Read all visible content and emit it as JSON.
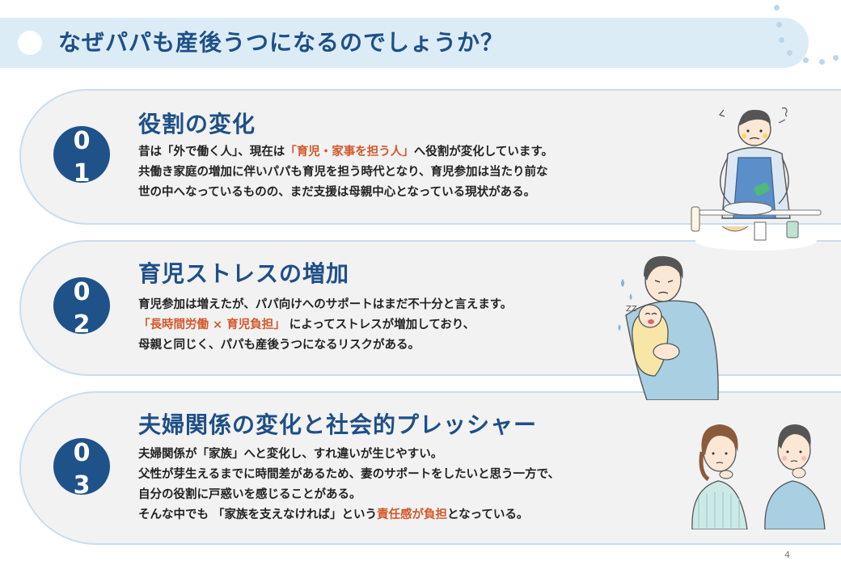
{
  "header": {
    "title": "なぜパパも産後うつになるのでしょうか？"
  },
  "cards": [
    {
      "num_first": "0",
      "num_second": "1",
      "title": "役割の変化",
      "lines": [
        [
          "昔は「外で働く人」、現在は",
          "「育児・家事を担う人」",
          "へ役割が変化しています。"
        ],
        [
          "共働き家庭の増加に伴いパパも育児を担う時代となり、育児参加は当たり前な"
        ],
        [
          "世の中へなっているものの、まだ支援は母親中心となっている現状がある。"
        ]
      ]
    },
    {
      "num_first": "0",
      "num_second": "2",
      "title": "育児ストレスの増加",
      "lines": [
        [
          "育児参加は増えたが、パパ向けへのサポートはまだ不十分と言えます。"
        ],
        [
          "「長時間労働 × 育児負担」",
          " によってストレスが増加しており、"
        ],
        [
          "母親と同じく、パパも産後うつになるリスクがある。"
        ]
      ]
    },
    {
      "num_first": "0",
      "num_second": "3",
      "title": "夫婦関係の変化と社会的プレッシャー",
      "lines": [
        [
          "夫婦関係が「家族」へと変化し、すれ違いが生じやすい。"
        ],
        [
          "父性が芽生えるまでに時間差があるため、妻のサポートをしたいと思う一方で、"
        ],
        [
          "自分の役割に戸惑いを感じることがある。"
        ],
        [
          "そんな中でも 「家族を支えなければ」という",
          "責任感が負担",
          "となっている。"
        ]
      ]
    }
  ],
  "page_number": "4",
  "colors": {
    "accent": "#1e4f87",
    "highlight": "#d4572a",
    "header_band": "#dcecf7",
    "card_bg": "#f2f2f2"
  },
  "icons": [
    "dishwashing-dad-illustration",
    "crying-baby-dad-illustration",
    "couple-illustration"
  ]
}
